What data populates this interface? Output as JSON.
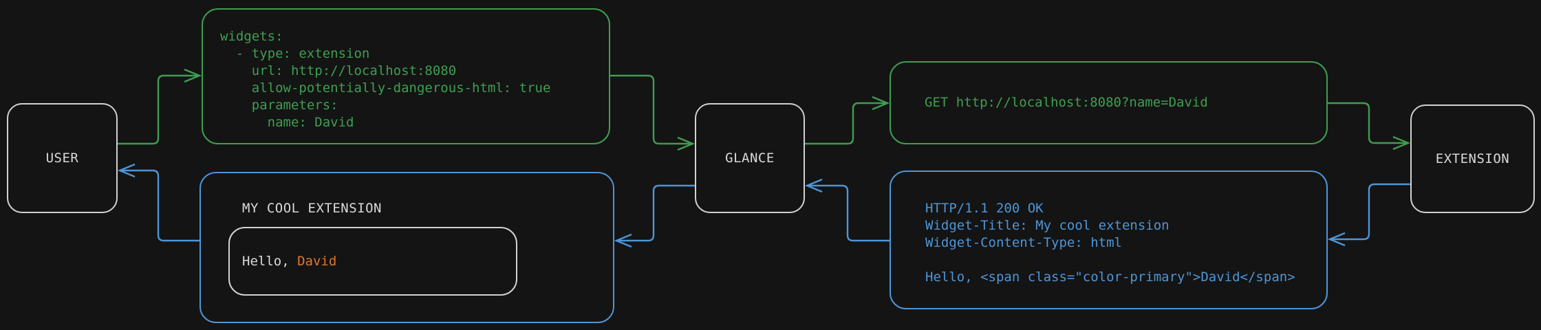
{
  "colors": {
    "background": "#141414",
    "green": "#3f9e51",
    "blue": "#4d96d8",
    "orange": "#e0762f",
    "node_border": "#d2d2d2",
    "text_light": "#d9d9d9"
  },
  "nodes": {
    "user": "USER",
    "glance": "GLANCE",
    "extension": "EXTENSION"
  },
  "config_block": {
    "lines": [
      "widgets:",
      "  - type: extension",
      "    url: http://localhost:8080",
      "    allow-potentially-dangerous-html: true",
      "    parameters:",
      "      name: David"
    ]
  },
  "request_block": {
    "line": "GET http://localhost:8080?name=David"
  },
  "response_block": {
    "lines": [
      "HTTP/1.1 200 OK",
      "Widget-Title: My cool extension",
      "Widget-Content-Type: html",
      "",
      "Hello, <span class=\"color-primary\">David</span>"
    ]
  },
  "widget_preview": {
    "title": "MY COOL EXTENSION",
    "greeting_prefix": "Hello, ",
    "greeting_name": "David"
  }
}
